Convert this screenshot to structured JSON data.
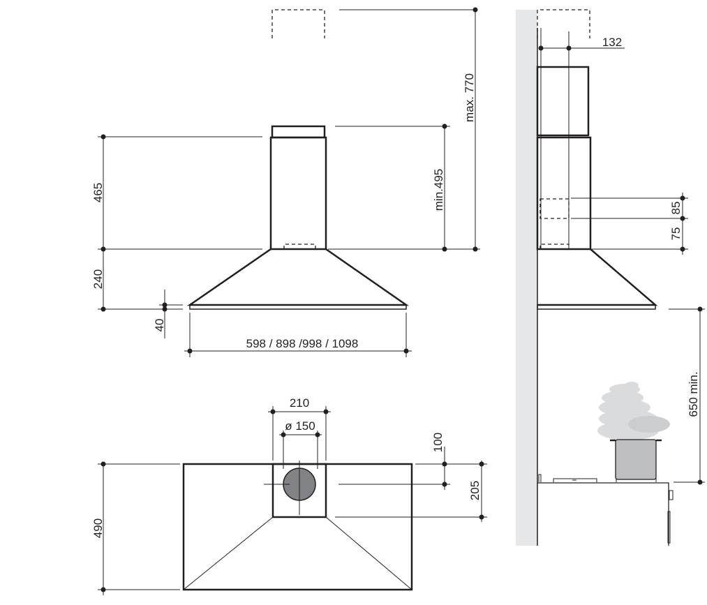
{
  "front_view": {
    "dim_height_body": "465",
    "dim_height_canopy": "240",
    "dim_edge": "40",
    "dim_width": "598 / 898 /998 / 1098",
    "dim_min_chimney": "min.495",
    "dim_max_chimney": "max. 770"
  },
  "top_view": {
    "dim_chimney_width": "210",
    "dim_outlet_diameter": "ø 150",
    "dim_outlet_offset": "100",
    "dim_chimney_depth": "205",
    "dim_depth": "490"
  },
  "side_view": {
    "dim_wall_offset": "132",
    "dim_vent_height": "85",
    "dim_vent_bottom": "75",
    "dim_min_height_above_hob": "650 min."
  },
  "colors": {
    "line": "#231f20",
    "wall": "#e6e7e8",
    "pot": "#bcbec0",
    "outlet": "#808285"
  }
}
